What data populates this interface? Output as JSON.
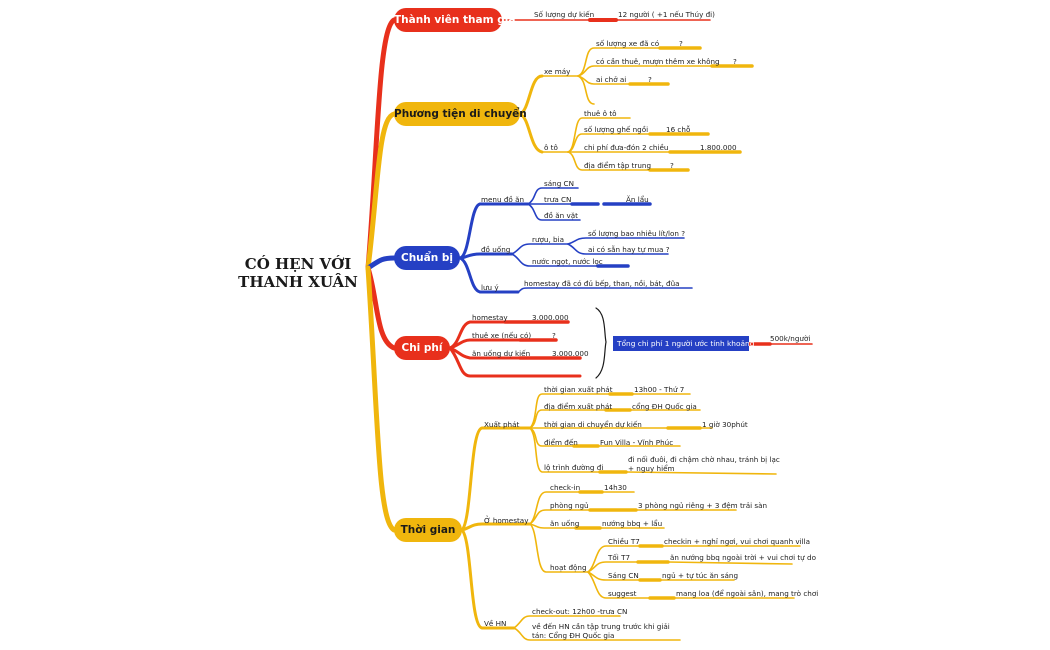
{
  "root": {
    "line1": "CÓ HẸN VỚI",
    "line2": "THANH XUÂN"
  },
  "branches": {
    "thanh_vien": {
      "label": "Thành viên tham gia",
      "so_luong": "Số lượng dự kiến",
      "so_luong_value": "12 người ( +1 nếu Thúy đi)"
    },
    "phuong_tien": {
      "label": "Phương tiện di chuyển",
      "xe_may": {
        "label": "xe máy",
        "items": [
          {
            "label": "số lượng xe đã có",
            "value": "?"
          },
          {
            "label": "có cần thuê, mượn thêm xe không",
            "value": "?"
          },
          {
            "label": "ai chở ai",
            "value": "?"
          }
        ]
      },
      "o_to": {
        "label": "ô tô",
        "items": [
          {
            "label": "thuê ô tô",
            "value": ""
          },
          {
            "label": "số lượng ghế ngồi",
            "value": "16 chỗ"
          },
          {
            "label": "chi phí đưa-đón 2 chiều",
            "value": "1.800.000"
          },
          {
            "label": "địa điểm tập trung",
            "value": "?"
          }
        ]
      }
    },
    "chuan_bi": {
      "label": "Chuẩn bị",
      "menu": {
        "label": "menu đồ ăn",
        "sang": "sáng CN",
        "trua": "trưa CN",
        "trua_value": "Ăn lẩu",
        "do_an_vat": "đồ ăn vặt"
      },
      "do_uong": {
        "label": "đồ uống",
        "ruou_bia": "rượu, bia",
        "ruou_items": [
          "số lượng bao nhiêu lít/lon ?",
          "ai có sẵn hay tự mua ?"
        ],
        "nuoc_ngot": "nước ngọt, nước lọc"
      },
      "luu_y": {
        "label": "lưu ý",
        "text": "homestay đã có đủ bếp, than, nồi, bát, đũa"
      }
    },
    "chi_phi": {
      "label": "Chi phí",
      "items": [
        {
          "label": "homestay",
          "value": "3.000.000"
        },
        {
          "label": "thuê xe (nếu có)",
          "value": "?"
        },
        {
          "label": "ăn uống dự kiến",
          "value": "3.000.000"
        }
      ],
      "summary": "Tổng chi phí 1 người ước tính khoảng",
      "summary_value": "500k/người"
    },
    "thoi_gian": {
      "label": "Thời gian",
      "xuat_phat": {
        "label": "Xuất phát",
        "items": [
          {
            "label": "thời gian xuất phát",
            "value": "13h00 - Thứ 7"
          },
          {
            "label": "địa điểm xuất phát",
            "value": "cổng ĐH Quốc gia"
          },
          {
            "label": "thời gian di chuyển dự kiến",
            "value": "1 giờ 30phút"
          },
          {
            "label": "điểm đến",
            "value": "Fun Villa - Vĩnh Phúc"
          },
          {
            "label": "lộ trình đường đi",
            "value": "đi nối đuôi, đi chậm chờ nhau, tránh bị lạc + nguy hiểm"
          }
        ]
      },
      "homestay": {
        "label": "Ở homestay",
        "checkin": "check-in",
        "checkin_value": "14h30",
        "phong_ngu": "phòng ngủ",
        "phong_ngu_value": "3 phòng ngủ riêng + 3 đệm trải sàn",
        "an_uong": "ăn uống",
        "an_uong_value": "nướng bbq + lẩu",
        "hoat_dong": {
          "label": "hoạt động",
          "items": [
            {
              "label": "Chiều T7",
              "value": "checkin + nghỉ ngơi, vui chơi quanh villa"
            },
            {
              "label": "Tối T7",
              "value": "ăn nướng bbq ngoài trời + vui chơi tự do"
            },
            {
              "label": "Sáng CN",
              "value": "ngủ + tự túc ăn sáng"
            },
            {
              "label": "suggest",
              "value": "mang loa (để ngoài sân), mang trò chơi"
            }
          ]
        }
      },
      "ve_hn": {
        "label": "Về HN",
        "checkout": "check-out: 12h00 -trưa CN",
        "tap_trung": "về đến HN cần tập trung trước khi giải tán: Cổng ĐH Quốc gia"
      }
    }
  },
  "colors": {
    "red": "#e8301c",
    "yellow": "#f0b60d",
    "blue": "#2540c4"
  }
}
